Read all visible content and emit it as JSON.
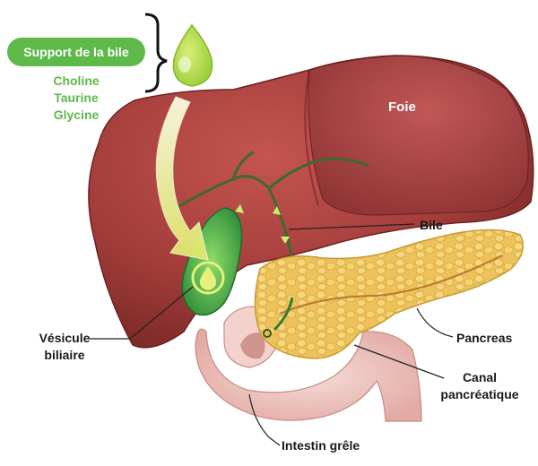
{
  "support": {
    "title": "Support de la bile",
    "items": [
      "Choline",
      "Taurine",
      "Glycine"
    ]
  },
  "labels": {
    "foie": "Foie",
    "bile": "Bile",
    "pancreas": "Pancreas",
    "canal_line1": "Canal",
    "canal_line2": "pancréatique",
    "vesicule_line1": "Vésicule",
    "vesicule_line2": "biliaire",
    "intestin": "Intestin grêle"
  },
  "colors": {
    "accent_green": "#5fb84a",
    "liver": "#9b3a38",
    "pancreas": "#e8c25a",
    "intestine": "#f1c9c4",
    "arrow": "#e6ec8a"
  }
}
